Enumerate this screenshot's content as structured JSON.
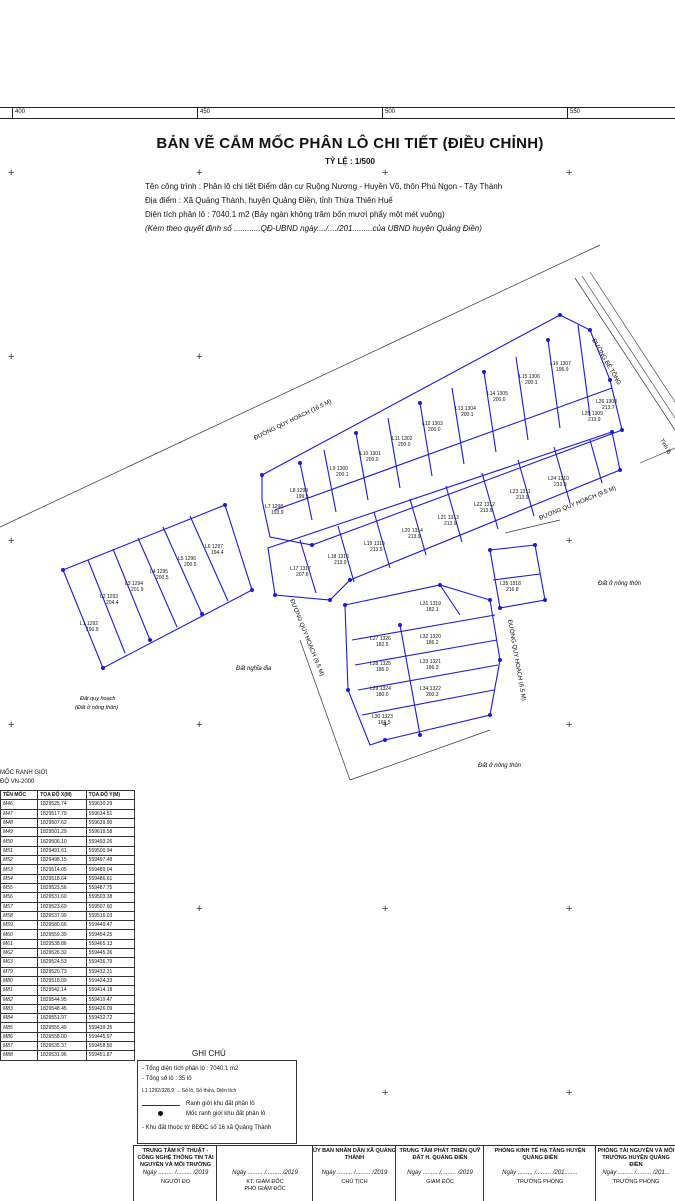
{
  "ruler": [
    "400",
    "450",
    "500",
    "550"
  ],
  "header": {
    "title": "BẢN VẼ CẮM MỐC PHÂN LÔ CHI TIẾT (ĐIỀU CHỈNH)",
    "scale": "TỶ LỆ : 1/500",
    "project": "Tên công trình : Phân lô chi tiết Điểm dân cư Ruộng Nương - Huyền Võ, thôn Phú Ngọn - Tây Thành",
    "location": "Địa điểm : Xã Quảng Thành, huyện Quảng Điền, tỉnh Thừa Thiên Huế",
    "area": "Diện tích phân lô : 7040.1 m2 (Bảy ngàn không trăm bốn mươi phẩy một mét vuông)",
    "decision": "(Kèm theo quyết định số ............QĐ-UBND ngày..../..../201.........của UBND huyện Quảng Điền)"
  },
  "map": {
    "roads": [
      "ĐƯỜNG QUY HOẠCH (16.5 M)",
      "ĐƯỜNG QUY HOẠCH (9.5 M)",
      "ĐƯỜNG QUY HOẠCH (9.5 M)",
      "ĐƯỜNG QUY HOẠCH (6.5 M)",
      "ĐƯỜNG BÊ TÔNG"
    ],
    "areas": [
      "Đất ở nông thôn",
      "Đất nghĩa địa",
      "Đất quy hoạch",
      "(Đất ở nông thôn)",
      "Đất ở nông thôn",
      "Tỉnh lộ"
    ],
    "lots": [
      {
        "l": "L1",
        "n": "1292",
        "a": "190.9"
      },
      {
        "l": "L2",
        "n": "1293",
        "a": "204.4"
      },
      {
        "l": "L3",
        "n": "1294",
        "a": "201.9"
      },
      {
        "l": "L4",
        "n": "1295",
        "a": "200.5"
      },
      {
        "l": "L5",
        "n": "1296",
        "a": "200.5"
      },
      {
        "l": "L6",
        "n": "1297",
        "a": "194.4"
      },
      {
        "l": "L7",
        "n": "1298",
        "a": "193.9"
      },
      {
        "l": "L8",
        "n": "1299",
        "a": "199.5"
      },
      {
        "l": "L9",
        "n": "1300",
        "a": "200.1"
      },
      {
        "l": "L10",
        "n": "1301",
        "a": "200.0"
      },
      {
        "l": "L11",
        "n": "1302",
        "a": "200.0"
      },
      {
        "l": "L12",
        "n": "1303",
        "a": "200.0"
      },
      {
        "l": "L13",
        "n": "1304",
        "a": "200.1"
      },
      {
        "l": "L14",
        "n": "1305",
        "a": "200.0"
      },
      {
        "l": "L15",
        "n": "1306",
        "a": "200.1"
      },
      {
        "l": "L16",
        "n": "1307",
        "a": "196.9"
      },
      {
        "l": "L17",
        "n": "1317",
        "a": "207.6"
      },
      {
        "l": "L18",
        "n": "1316",
        "a": "213.9"
      },
      {
        "l": "L19",
        "n": "1315",
        "a": "213.9"
      },
      {
        "l": "L20",
        "n": "1314",
        "a": "213.9"
      },
      {
        "l": "L21",
        "n": "1313",
        "a": "213.9"
      },
      {
        "l": "L22",
        "n": "1312",
        "a": "213.9"
      },
      {
        "l": "L23",
        "n": "1311",
        "a": "213.9"
      },
      {
        "l": "L24",
        "n": "1310",
        "a": "213.9"
      },
      {
        "l": "L25",
        "n": "1309",
        "a": "213.9"
      },
      {
        "l": "L26",
        "n": "1308",
        "a": "213.7"
      },
      {
        "l": "L27",
        "n": "1326",
        "a": "182.5"
      },
      {
        "l": "L28",
        "n": "1325",
        "a": "186.0"
      },
      {
        "l": "L29",
        "n": "1324",
        "a": "180.0"
      },
      {
        "l": "L30",
        "n": "1323",
        "a": "166.5"
      },
      {
        "l": "L31",
        "n": "1319",
        "a": "182.1"
      },
      {
        "l": "L32",
        "n": "1320",
        "a": "186.2"
      },
      {
        "l": "L33",
        "n": "1321",
        "a": "186.3"
      },
      {
        "l": "L34",
        "n": "1322",
        "a": "200.3"
      },
      {
        "l": "L35",
        "n": "1318",
        "a": "216.8"
      }
    ]
  },
  "coords": {
    "title": "MỐC RANH GIỚI",
    "system": "ĐỘ VN-2000",
    "headers": [
      "TÊN MỐC",
      "TỌA ĐỘ X(M)",
      "TỌA ĐỘ Y(M)"
    ],
    "rows": [
      [
        "M46",
        "1829525.74",
        "559630.29"
      ],
      [
        "M47",
        "1829517.79",
        "559634.51"
      ],
      [
        "M48",
        "1829507.62",
        "559639.90"
      ],
      [
        "M49",
        "1829501.29",
        "559619.58"
      ],
      [
        "M50",
        "1829506.10",
        "559493.26"
      ],
      [
        "M51",
        "1829491.61",
        "559500.94"
      ],
      [
        "M52",
        "1829498.15",
        "559497.48"
      ],
      [
        "M53",
        "1829514.05",
        "559489.04"
      ],
      [
        "M54",
        "1829518.64",
        "559486.61"
      ],
      [
        "M55",
        "1829523.56",
        "559487.75"
      ],
      [
        "M56",
        "1829531.60",
        "559503.38"
      ],
      [
        "M57",
        "1829523.69",
        "559507.60"
      ],
      [
        "M58",
        "1829537.99",
        "559516.03"
      ],
      [
        "M59",
        "1829580.66",
        "559449.47"
      ],
      [
        "M60",
        "1829559.39",
        "559454.25"
      ],
      [
        "M61",
        "1829538.86",
        "559465.13"
      ],
      [
        "M62",
        "1829526.32",
        "559445.26"
      ],
      [
        "M63",
        "1829524.53",
        "559436.79"
      ],
      [
        "M79",
        "1829520.73",
        "559432.31"
      ],
      [
        "M80",
        "1829518.09",
        "559424.33"
      ],
      [
        "M81",
        "1829542.14",
        "559414.18"
      ],
      [
        "M82",
        "1829544.95",
        "559419.47"
      ],
      [
        "M83",
        "1829548.45",
        "559426.09"
      ],
      [
        "M84",
        "1829551.97",
        "559432.72"
      ],
      [
        "M85",
        "1829555.49",
        "559439.35"
      ],
      [
        "M86",
        "1829558.00",
        "559445.97"
      ],
      [
        "M87",
        "1829535.37",
        "559458.50"
      ],
      [
        "M88",
        "1829531.96",
        "559451.87"
      ]
    ]
  },
  "notes": {
    "heading": "GHI CHÚ",
    "total_area": "- Tổng diện tích phân lô : 7040.1 m2",
    "total_lots": "- Tổng số lô : 35 lô",
    "legend_lot": "L1",
    "legend_num": "1292",
    "legend_area": "328.9",
    "legend_lot_label": "Số lô",
    "legend_num_label": "Số thửa",
    "legend_area_label": "Diện tích",
    "boundary": "Ranh giới khu đất phân lô",
    "marker": "Mốc ranh giới khu đất phân lô",
    "sheet": "- Khu đất thuộc tờ BĐĐC số 16 xã Quảng Thành"
  },
  "signatures": [
    {
      "org": "TRUNG TÂM KỸ THUẬT - CÔNG NGHỆ THÔNG TIN TÀI NGUYÊN VÀ MÔI TRƯỜNG",
      "date": "Ngày ......... /......... /2019",
      "role": "NGƯỜI ĐO",
      "role2": ""
    },
    {
      "org": "",
      "date": "Ngày ......... /......... /2019",
      "role": "KT. GIÁM ĐỐC",
      "role2": "PHÓ GIÁM ĐỐC"
    },
    {
      "org": "ỦY BAN NHÂN DÂN XÃ QUẢNG THÀNH",
      "date": "Ngày ......... /......... /2019",
      "role": "CHỦ TỊCH",
      "role2": ""
    },
    {
      "org": "TRUNG TÂM PHÁT TRIỂN QUỸ ĐẤT H. QUẢNG ĐIỀN",
      "date": "Ngày ......... /......... /2019",
      "role": "GIÁM ĐỐC",
      "role2": ""
    },
    {
      "org": "PHÒNG KINH TẾ HẠ TẦNG HUYỆN QUẢNG ĐIỀN",
      "date": "Ngày ......... /......... /201........",
      "role": "TRƯỞNG PHÒNG",
      "role2": ""
    },
    {
      "org": "PHÒNG TÀI NGUYÊN VÀ MÔI TRƯỜNG HUYỆN QUẢNG ĐIỀN",
      "date": "Ngày ......... /......... /201...",
      "role": "TRƯỞNG PHÒNG",
      "role2": ""
    }
  ]
}
